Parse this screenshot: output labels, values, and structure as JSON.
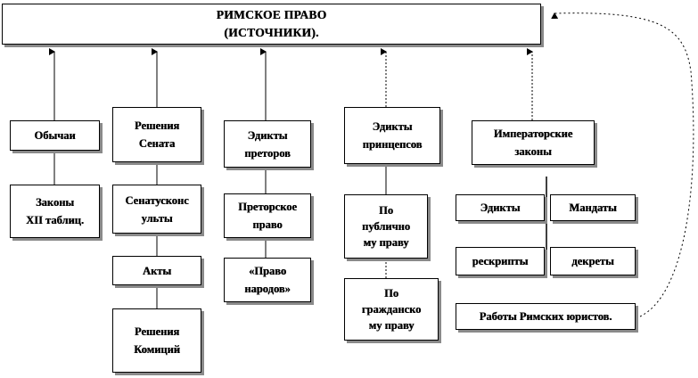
{
  "title": {
    "line1": "РИМСКОЕ ПРАВО",
    "line2": "(ИСТОЧНИКИ)."
  },
  "nodes": {
    "obychai": "Обычаи",
    "zakony12": "Законы\nXII таблиц.",
    "resheniya_senata": "Решения\nСената",
    "senatuskonsulty": "Сенатусконс\nульты",
    "akty": "Акты",
    "resheniya_komitsiy": "Решения\nКомиций",
    "edikty_pretorov": "Эдикты\nпреторов",
    "pretorskoe_pravo": "Преторское\nправо",
    "pravo_narodov": "«Право\nнародов»",
    "edikty_printsepsov": "Эдикты\nпринцепсов",
    "po_publichnomu": "По\nпублично\nму праву",
    "po_grazhdanskomu": "По\nгражданско\nму праву",
    "imperatorskie": "Императорские\nзаконы",
    "edikty": "Эдикты",
    "mandaty": "Мандаты",
    "reskripty": "рескрипты",
    "dekrety": "декреты",
    "raboty_yuristov": "Работы Римских юристов."
  },
  "colors": {
    "border": "#000000",
    "shadow": "#8a8a8a",
    "background": "#ffffff"
  }
}
